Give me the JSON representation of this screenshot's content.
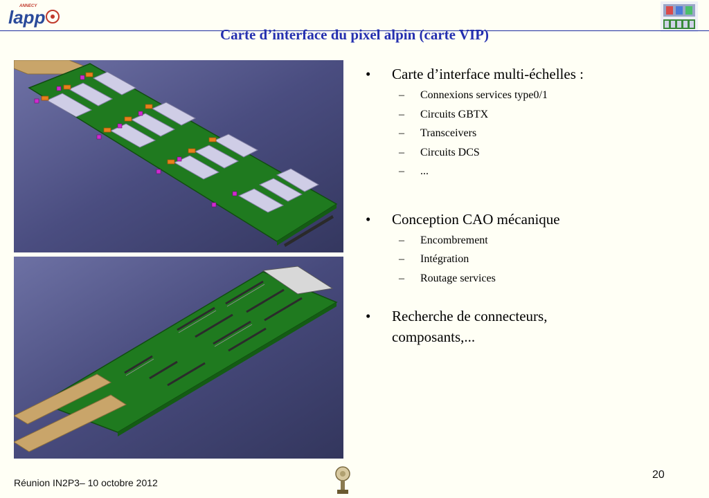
{
  "logo": {
    "brand": "lapp",
    "tagline": "ANNECY"
  },
  "title": "Carte d’interface du pixel alpin (carte VIP)",
  "bullets": [
    {
      "text": "Carte d’interface multi-échelles :",
      "subs": [
        "Connexions services type0/1",
        "Circuits GBTX",
        "Transceivers",
        "Circuits DCS",
        "..."
      ]
    },
    {
      "text": "Conception CAO mécanique",
      "subs": [
        "Encombrement",
        "Intégration",
        "Routage services"
      ]
    },
    {
      "text": "Recherche de connecteurs, composants,...",
      "subs": []
    }
  ],
  "footer": {
    "left": "Réunion IN2P3– 10 octobre 2012",
    "page": "20"
  },
  "colors": {
    "title": "#2530b0",
    "rule": "#1a2aa0",
    "pcb": "#1f7a1f",
    "flex": "#c9a56a",
    "chip": "#cfcde6",
    "background_top": "#3c3f6e"
  }
}
